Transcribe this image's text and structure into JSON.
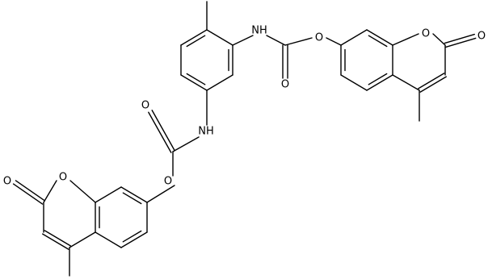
{
  "labels": {
    "nh_top": "NH",
    "nh_bottom": "NH",
    "o_carbonyl_top": "O",
    "o_ester_top": "O",
    "o_ring_top": "O",
    "o_lactone_top": "O",
    "o_carbonyl_bottom": "O",
    "o_ester_bottom": "O",
    "o_ring_bottom": "O",
    "o_lactone_bottom": "O"
  },
  "colors": {
    "bond": "#000000",
    "background": "#ffffff"
  }
}
